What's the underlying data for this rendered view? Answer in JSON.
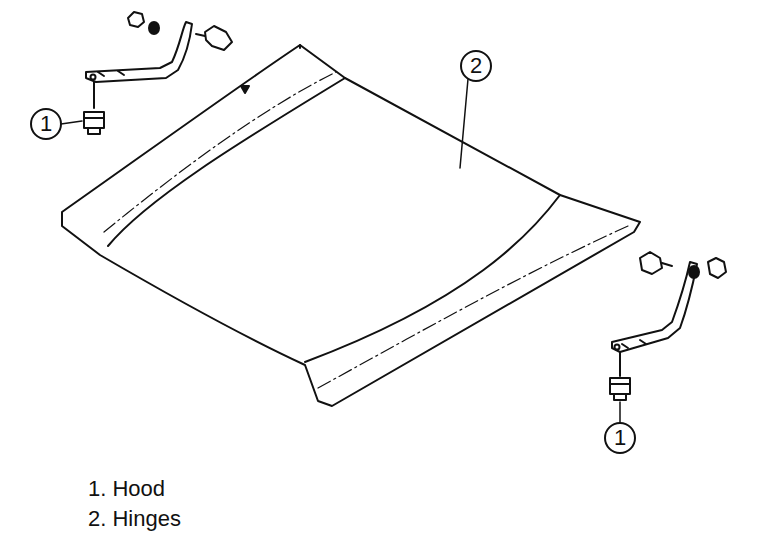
{
  "diagram": {
    "labels": [
      "2",
      "1",
      "1",
      "1. Hood",
      "2. Hinges"
    ]
  }
}
